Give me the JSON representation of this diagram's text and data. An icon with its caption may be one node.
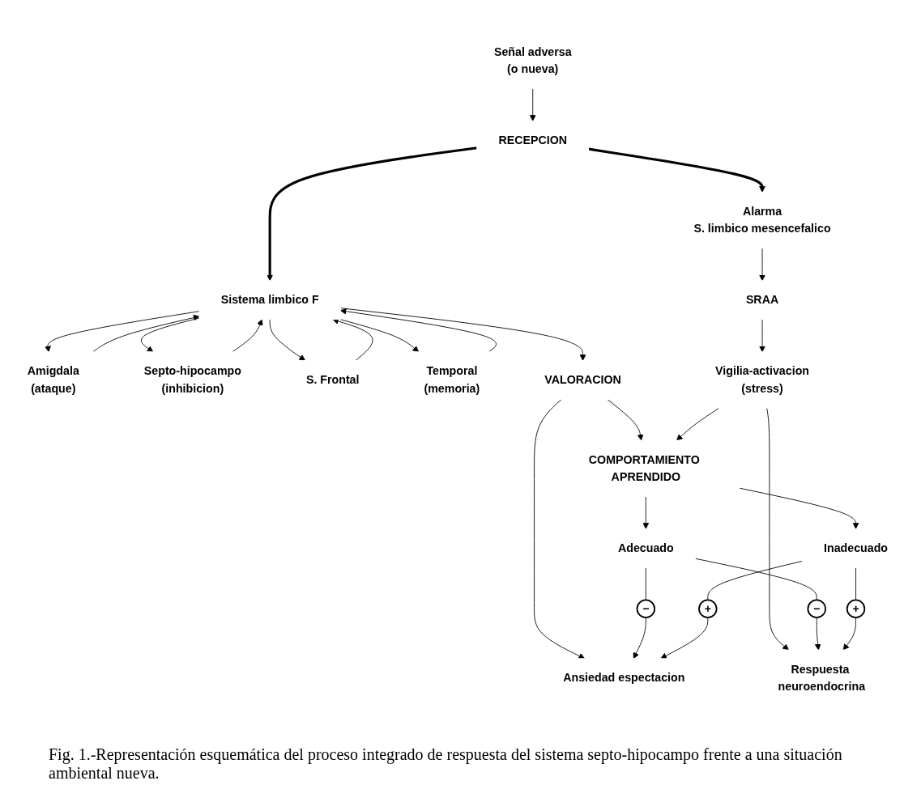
{
  "diagram": {
    "caption": "Fig. 1.-Representación esquemática del proceso integrado de respuesta del sistema septo-hipocampo frente a una situación ambiental nueva.",
    "nodes": [
      {
        "text": [
          "Señal adversa",
          "(o nueva)"
        ]
      },
      {
        "text": [
          "RECEPCION"
        ]
      },
      {
        "text": [
          "Alarma",
          "S. limbico mesencefalico"
        ]
      },
      {
        "text": [
          "Sistema limbico F"
        ]
      },
      {
        "text": [
          "Amigdala",
          "(ataque)"
        ]
      },
      {
        "text": [
          "Septo-hipocampo",
          "(inhibicion)"
        ]
      },
      {
        "text": [
          "S. Frontal"
        ]
      },
      {
        "text": [
          "Temporal",
          "(memoria)"
        ]
      },
      {
        "text": [
          "VALORACION"
        ]
      },
      {
        "text": [
          "SRAA"
        ]
      },
      {
        "text": [
          "Vigilia-activacion",
          "(stress)"
        ]
      },
      {
        "text": [
          "COMPORTAMIENTO APRENDIDO"
        ]
      },
      {
        "text": [
          "Respuesta neuroendocrina"
        ]
      },
      {
        "text": [
          "Adecuado"
        ]
      },
      {
        "text": [
          "Inadecuado"
        ]
      },
      {
        "text": [
          "Ansiedad espectacion"
        ]
      },
      {
        "text": [
          "−"
        ]
      },
      {
        "text": [
          "+"
        ]
      },
      {
        "text": [
          "−"
        ]
      },
      {
        "text": [
          "+"
        ]
      }
    ],
    "edges": [
      {
        "from": 0,
        "to": 1,
        "arrow": "to"
      },
      {
        "from": 1,
        "to": 2,
        "arrow": "to",
        "style": "thick"
      },
      {
        "from": 1,
        "to": 3,
        "arrow": "to",
        "style": "thick"
      },
      {
        "from": 4,
        "to": 3,
        "arrow": "to"
      },
      {
        "from": 3,
        "to": 4,
        "arrow": "to"
      },
      {
        "from": 5,
        "to": 3,
        "arrow": "to"
      },
      {
        "from": 3,
        "to": 5,
        "arrow": "to"
      },
      {
        "from": 3,
        "to": 6,
        "arrow": "to"
      },
      {
        "from": 6,
        "to": 3,
        "arrow": "to"
      },
      {
        "from": 7,
        "to": 3,
        "arrow": "to"
      },
      {
        "from": 3,
        "to": 7,
        "arrow": "to"
      },
      {
        "from": 3,
        "to": 8,
        "arrow": "to"
      },
      {
        "from": 2,
        "to": 9,
        "arrow": "to"
      },
      {
        "from": 9,
        "to": 10,
        "arrow": "to"
      },
      {
        "from": 8,
        "to": 11,
        "arrow": "to"
      },
      {
        "from": 8,
        "to": 15,
        "arrow": "to"
      },
      {
        "from": 10,
        "to": 11,
        "arrow": "to"
      },
      {
        "from": 10,
        "to": 12,
        "arrow": "to"
      },
      {
        "from": 11,
        "to": 13,
        "arrow": "to"
      },
      {
        "from": 11,
        "to": 14,
        "arrow": "to"
      },
      {
        "from": 13,
        "to": 16,
        "arrow": "none"
      },
      {
        "from": 16,
        "to": 12,
        "arrow": "to"
      },
      {
        "from": 14,
        "to": 17,
        "arrow": "none"
      },
      {
        "from": 17,
        "to": 12,
        "arrow": "to"
      },
      {
        "from": 13,
        "to": 18,
        "arrow": "none"
      },
      {
        "from": 18,
        "to": 15,
        "arrow": "to"
      },
      {
        "from": 14,
        "to": 19,
        "arrow": "none"
      },
      {
        "from": 19,
        "to": 15,
        "arrow": "to"
      }
    ]
  }
}
